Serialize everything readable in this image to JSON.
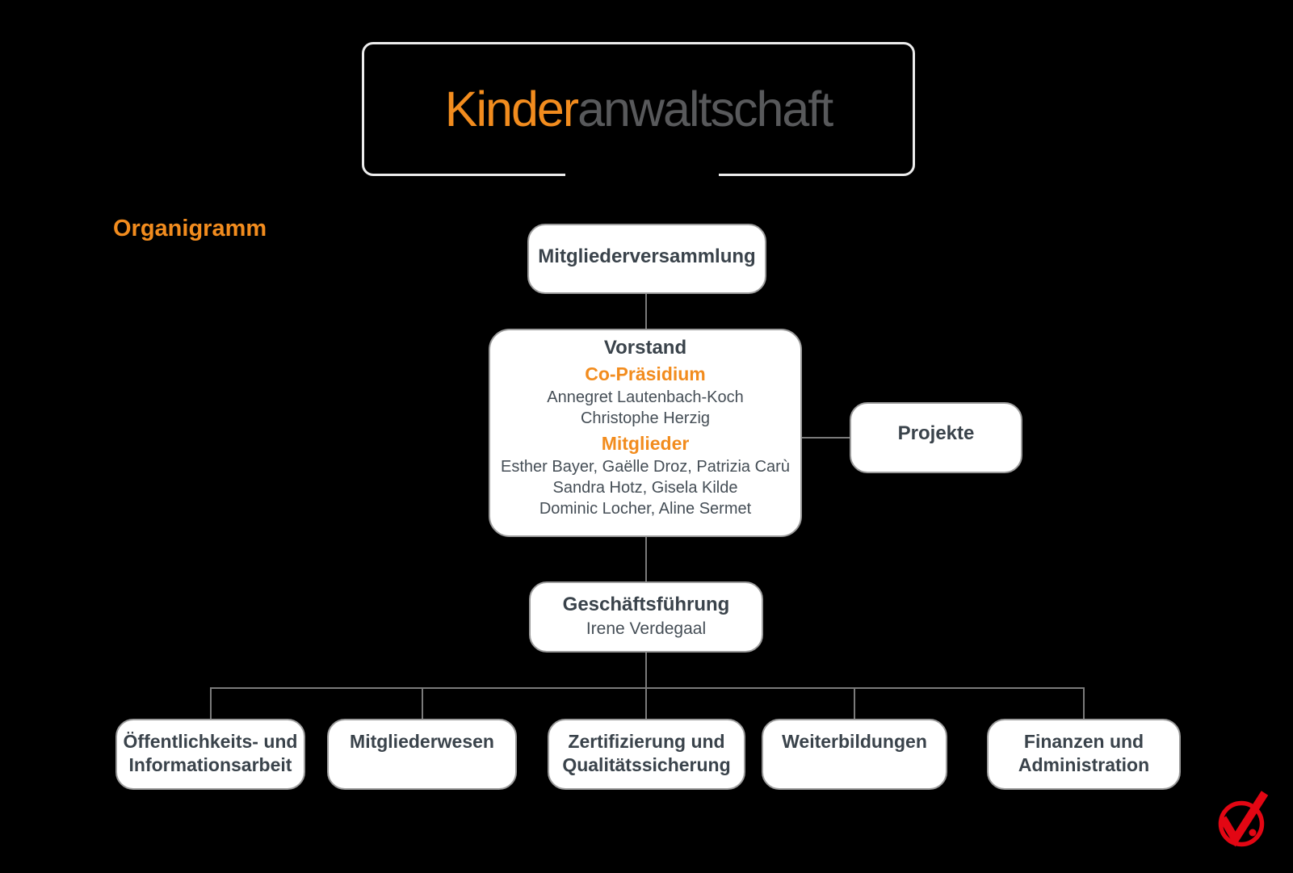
{
  "logo": {
    "brand_primary": "Kinder",
    "brand_secondary": "anwaltschaft"
  },
  "page_label": "Organigramm",
  "colors": {
    "accent_orange": "#F28C1E",
    "brand_gray": "#58595B",
    "text_dark": "#3A434B",
    "text_regular": "#454E56",
    "logo_red": "#E30613",
    "line_gray": "#7A7A7A",
    "box_border": "#9C9C9C",
    "background": "#000000"
  },
  "nodes": {
    "mitgliederversammlung": {
      "title": "Mitgliederversammlung"
    },
    "vorstand": {
      "title": "Vorstand",
      "sections": [
        {
          "heading": "Co-Präsidium",
          "lines": [
            "Annegret Lautenbach-Koch",
            "Christophe Herzig"
          ]
        },
        {
          "heading": "Mitglieder",
          "lines": [
            "Esther Bayer, Gaëlle Droz, Patrizia Carù",
            "Sandra Hotz, Gisela Kilde",
            "Dominic Locher, Aline Sermet"
          ]
        }
      ]
    },
    "projekte": {
      "title": "Projekte"
    },
    "geschaeftsfuehrung": {
      "title": "Geschäftsführung",
      "person": "Irene Verdegaal"
    },
    "departments": [
      {
        "lines": [
          "Öffentlichkeits- und",
          "Informationsarbeit"
        ]
      },
      {
        "lines": [
          "Mitgliederwesen"
        ]
      },
      {
        "lines": [
          "Zertifizierung und",
          "Qualitätssicherung"
        ]
      },
      {
        "lines": [
          "Weiterbildungen"
        ]
      },
      {
        "lines": [
          "Finanzen und",
          "Administration"
        ]
      }
    ]
  },
  "footer_logo": {
    "icon": "red-checkmark-seal-icon",
    "color": "#E30613"
  }
}
